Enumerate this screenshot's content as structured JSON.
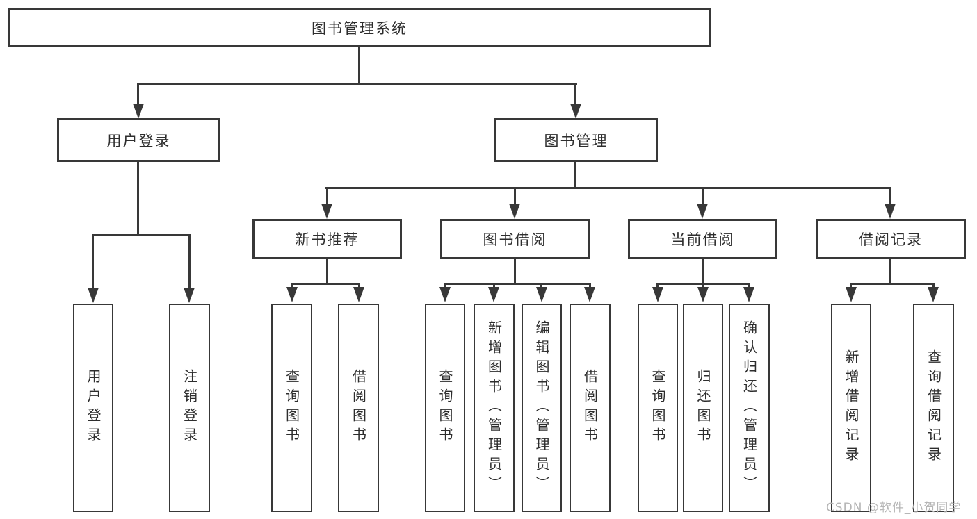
{
  "diagram": {
    "type": "hierarchy-tree",
    "tree": {
      "label": "图书管理系统",
      "children": [
        {
          "label": "用户登录",
          "children": [
            {
              "label": "用户登录"
            },
            {
              "label": "注销登录"
            }
          ]
        },
        {
          "label": "图书管理",
          "children": [
            {
              "label": "新书推荐",
              "children": [
                {
                  "label": "查询图书"
                },
                {
                  "label": "借阅图书"
                }
              ]
            },
            {
              "label": "图书借阅",
              "children": [
                {
                  "label": "查询图书"
                },
                {
                  "label": "新增图书（管理员）"
                },
                {
                  "label": "编辑图书（管理员）"
                },
                {
                  "label": "借阅图书"
                }
              ]
            },
            {
              "label": "当前借阅",
              "children": [
                {
                  "label": "查询图书"
                },
                {
                  "label": "归还图书"
                },
                {
                  "label": "确认归还（管理员）"
                }
              ]
            },
            {
              "label": "借阅记录",
              "children": [
                {
                  "label": "新增借阅记录"
                },
                {
                  "label": "查询借阅记录"
                }
              ]
            }
          ]
        }
      ]
    },
    "colors": {
      "line": "#383838",
      "box_border": "#383838",
      "text": "#2d2d2d",
      "background": "#ffffff",
      "watermark": "#b6b6b6"
    }
  },
  "watermark": {
    "text": "CSDN @软件_小贺同学"
  }
}
